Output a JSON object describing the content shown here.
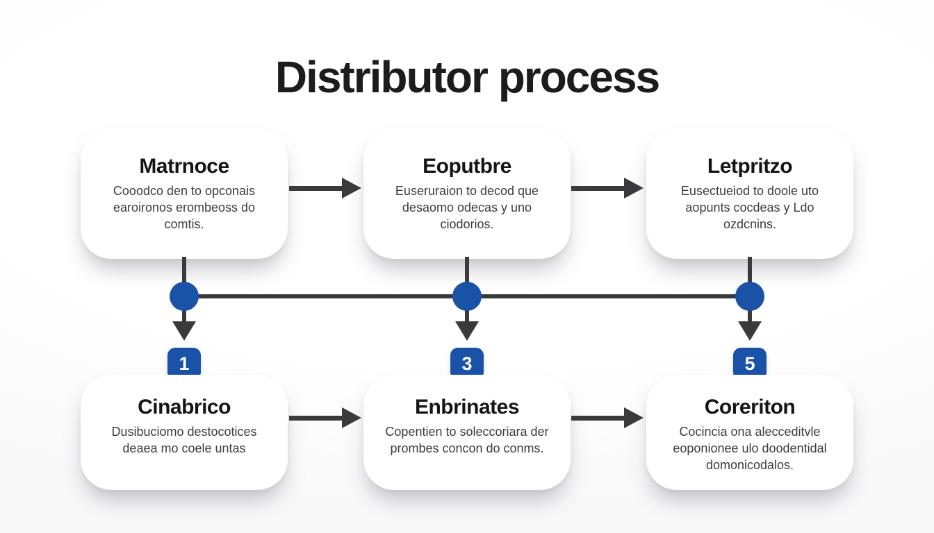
{
  "page": {
    "title": "Distributor process"
  },
  "colors": {
    "accent": "#1a52a8",
    "connector": "#3a3a3c",
    "heading": "#151515",
    "body_text": "#3d3d3d",
    "canvas_bg": "#ffffff"
  },
  "top_row": [
    {
      "title": "Matrnoce",
      "description": "Cooodco den to opconais earoironos erombeoss do comtis."
    },
    {
      "title": "Eoputbre",
      "description": "Euseruraion to decod que desaomo odecas y uno ciodorios."
    },
    {
      "title": "Letpritzo",
      "description": "Eusectueiod to doole uto aopunts cocdeas y Ldo ozdcnins."
    }
  ],
  "bottom_row": [
    {
      "badge": "1",
      "title": "Cinabrico",
      "description": "Dusibuciomo destocotices deaea mo coele untas"
    },
    {
      "badge": "3",
      "title": "Enbrinates",
      "description": "Copentien to soleccoriara der prombes concon do conms."
    },
    {
      "badge": "5",
      "title": "Coreriton",
      "description": "Cocincia ona alecceditvle eoponionee ulo doodentidal domonicodalos."
    }
  ]
}
